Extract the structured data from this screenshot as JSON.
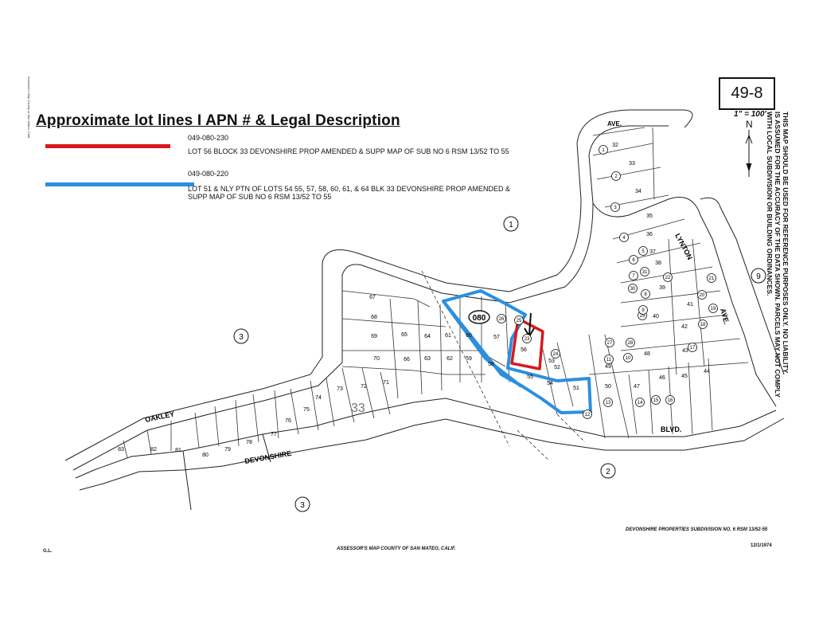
{
  "legend": {
    "title": "Approximate lot lines I APN # & Legal Description",
    "parcels": [
      {
        "apn": "049-080-230",
        "color": "#d7191f",
        "description": "LOT 56 BLOCK 33 DEVONSHIRE PROP AMENDED & SUPP MAP OF SUB NO 6 RSM 13/52 TO 55"
      },
      {
        "apn": "049-080-220",
        "color": "#2b8fe0",
        "description": "LOT 51 & NLY PTN OF LOTS 54 55, 57, 58, 60, 61, & 64 BLK 33 DEVONSHIRE PROP AMENDED & SUPP MAP OF SUB NO 6 RSM 13/52 TO 55"
      }
    ]
  },
  "sheet": {
    "number": "49-8",
    "scale": "1\" = 100'",
    "north": "N"
  },
  "disclaimer": {
    "line1": "THIS MAP SHOULD BE USED FOR REFERENCE PURPOSES ONLY. NO LIABILITY",
    "line2": "IS ASSUMED FOR THE ACCURACY OF THE DATA SHOWN. PARCELS MAY NOT COMPLY",
    "line3": "WITH LOCAL SUBDIVISION OR BUILDING ORDINANCES."
  },
  "side_note": "Assessor's Map County of San Mateo, Calif.",
  "streets": {
    "ave_top": "AVE.",
    "lynton": "LYNTON",
    "ave_right": "AVE.",
    "blvd": "BLVD.",
    "oakley": "OAKLEY",
    "devonshire": "DEVONSHIRE"
  },
  "book_page": "080",
  "block_number": "33",
  "map_sheets_circled": [
    "1",
    "2",
    "3",
    "3",
    "9"
  ],
  "lots_west": [
    "67",
    "68",
    "69",
    "70",
    "65",
    "66",
    "64",
    "63",
    "61",
    "62",
    "60",
    "59",
    "57",
    "58",
    "71",
    "72",
    "73",
    "74",
    "75",
    "76",
    "77",
    "78",
    "79",
    "80",
    "81",
    "82",
    "83"
  ],
  "lots_center": [
    "56",
    "55",
    "54",
    "53",
    "52",
    "51",
    "48",
    "49",
    "50",
    "47",
    "46",
    "45",
    "44",
    "43",
    "42",
    "41",
    "40",
    "39",
    "38",
    "37",
    "36",
    "35",
    "34",
    "33",
    "32"
  ],
  "parcels_circled": [
    "23",
    "24",
    "25",
    "26",
    "27",
    "28",
    "29",
    "30",
    "31",
    "22",
    "21",
    "20",
    "19",
    "18",
    "17",
    "16",
    "15",
    "14",
    "13",
    "12",
    "11",
    "10",
    "9",
    "8",
    "7",
    "6",
    "5",
    "4",
    "3",
    "2",
    "1"
  ],
  "footer": {
    "subdivision": "DEVONSHIRE PROPERTIES SUBDIVISION NO. 6 RSM 13/52-55",
    "date": "12/1/1974",
    "assessor": "ASSESSOR'S MAP COUNTY OF SAN MATEO, CALIF.",
    "initials": "G.L."
  }
}
